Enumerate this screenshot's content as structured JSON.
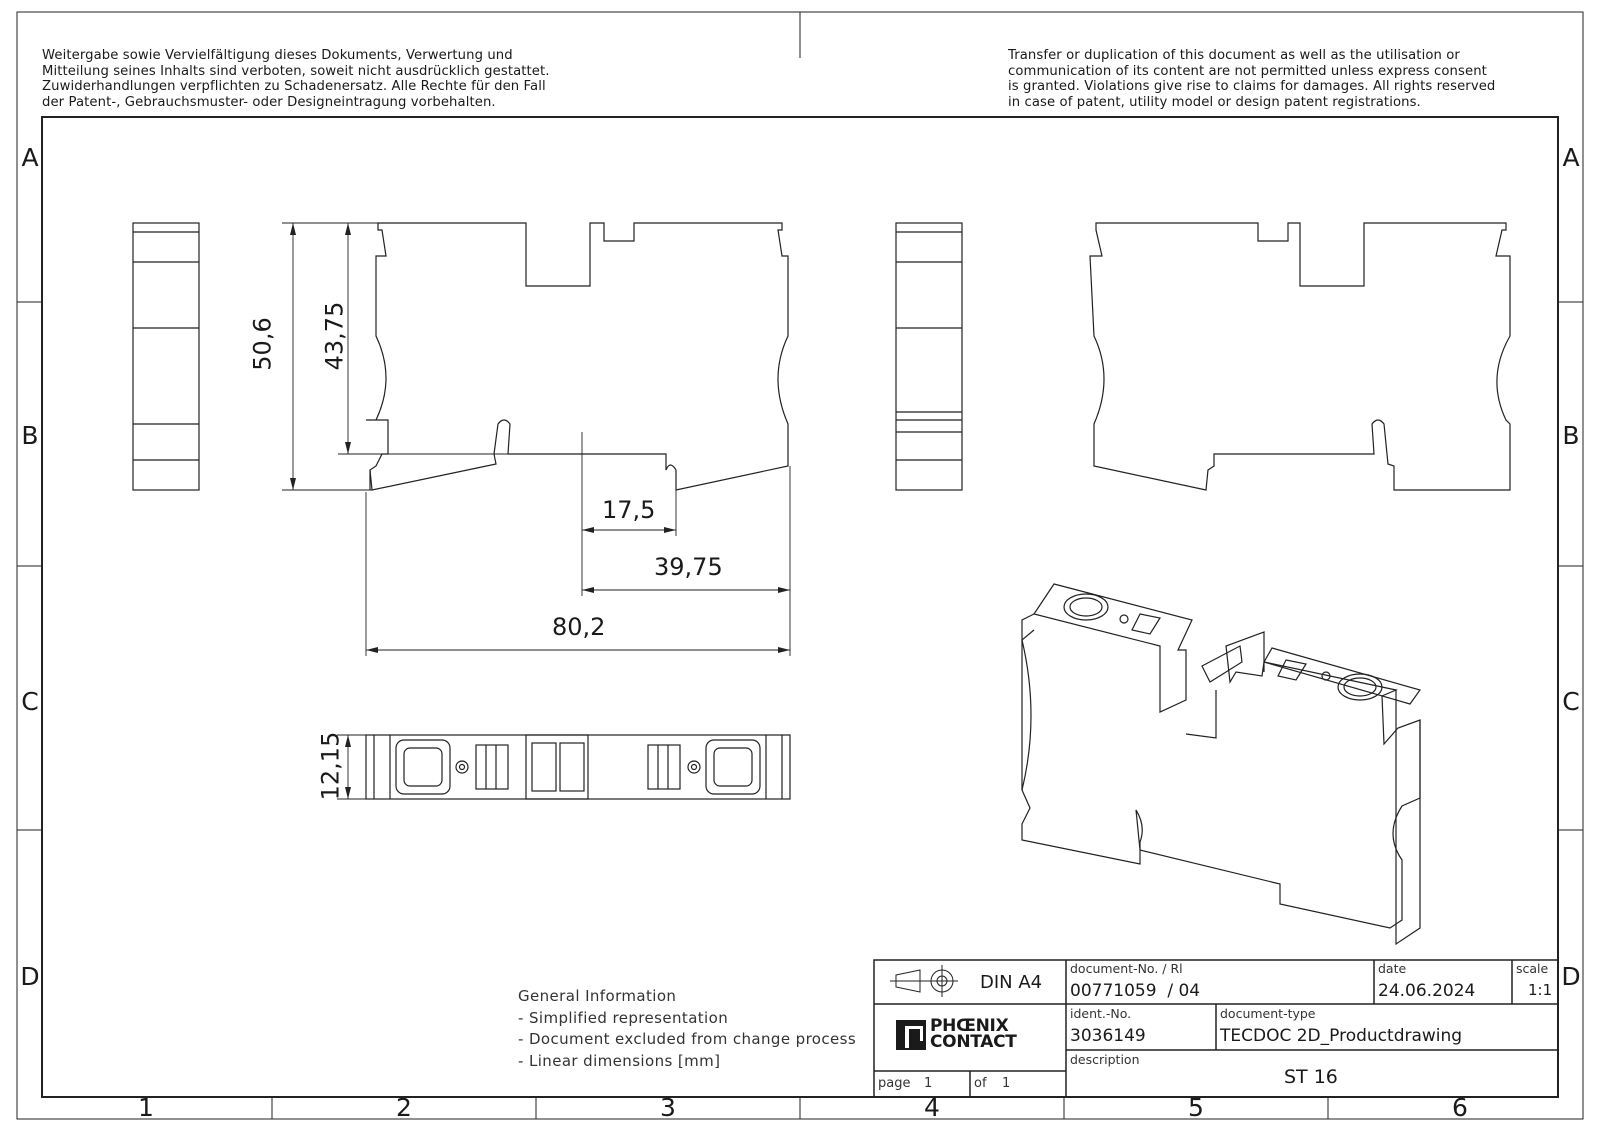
{
  "notices": {
    "de": "Weitergabe sowie Vervielfältigung dieses Dokuments, Verwertung und\nMitteilung seines Inhalts sind verboten, soweit nicht ausdrücklich gestattet.\nZuwiderhandlungen verpflichten zu Schadenersatz. Alle Rechte für den Fall\nder Patent-, Gebrauchsmuster- oder Designeintragung vorbehalten.",
    "en": "Transfer or duplication of this document as well as the utilisation or\ncommunication of its content are not permitted unless express consent\nis granted. Violations give rise to claims for damages. All rights reserved\nin case of patent, utility model or design patent registrations."
  },
  "zones": {
    "rows": [
      "A",
      "B",
      "C",
      "D"
    ],
    "columns": [
      "1",
      "2",
      "3",
      "4",
      "5",
      "6"
    ]
  },
  "dimensions": {
    "height_total": "50,6",
    "height_inner": "43,75",
    "width_a": "17,5",
    "width_b": "39,75",
    "width_total": "80,2",
    "thickness": "12,15"
  },
  "general_information": {
    "title": "General Information",
    "lines": [
      "- Simplified representation",
      "- Document excluded from change process",
      "- Linear dimensions [mm]"
    ]
  },
  "title_block": {
    "format": "DIN A4",
    "document_no_label": "document-No. / Rl",
    "document_no": "00771059  / 04",
    "date_label": "date",
    "date": "24.06.2024",
    "scale_label": "scale",
    "scale": "1:1",
    "ident_label": "ident.-No.",
    "ident": "3036149",
    "doc_type_label": "document-type",
    "doc_type": "TECDOC 2D_Productdrawing",
    "description_label": "description",
    "description": "ST 16",
    "page_label": "page",
    "page": "1",
    "of_label": "of",
    "of": "1",
    "logo_line1": "PHŒNIX",
    "logo_line2": "CONTACT"
  }
}
